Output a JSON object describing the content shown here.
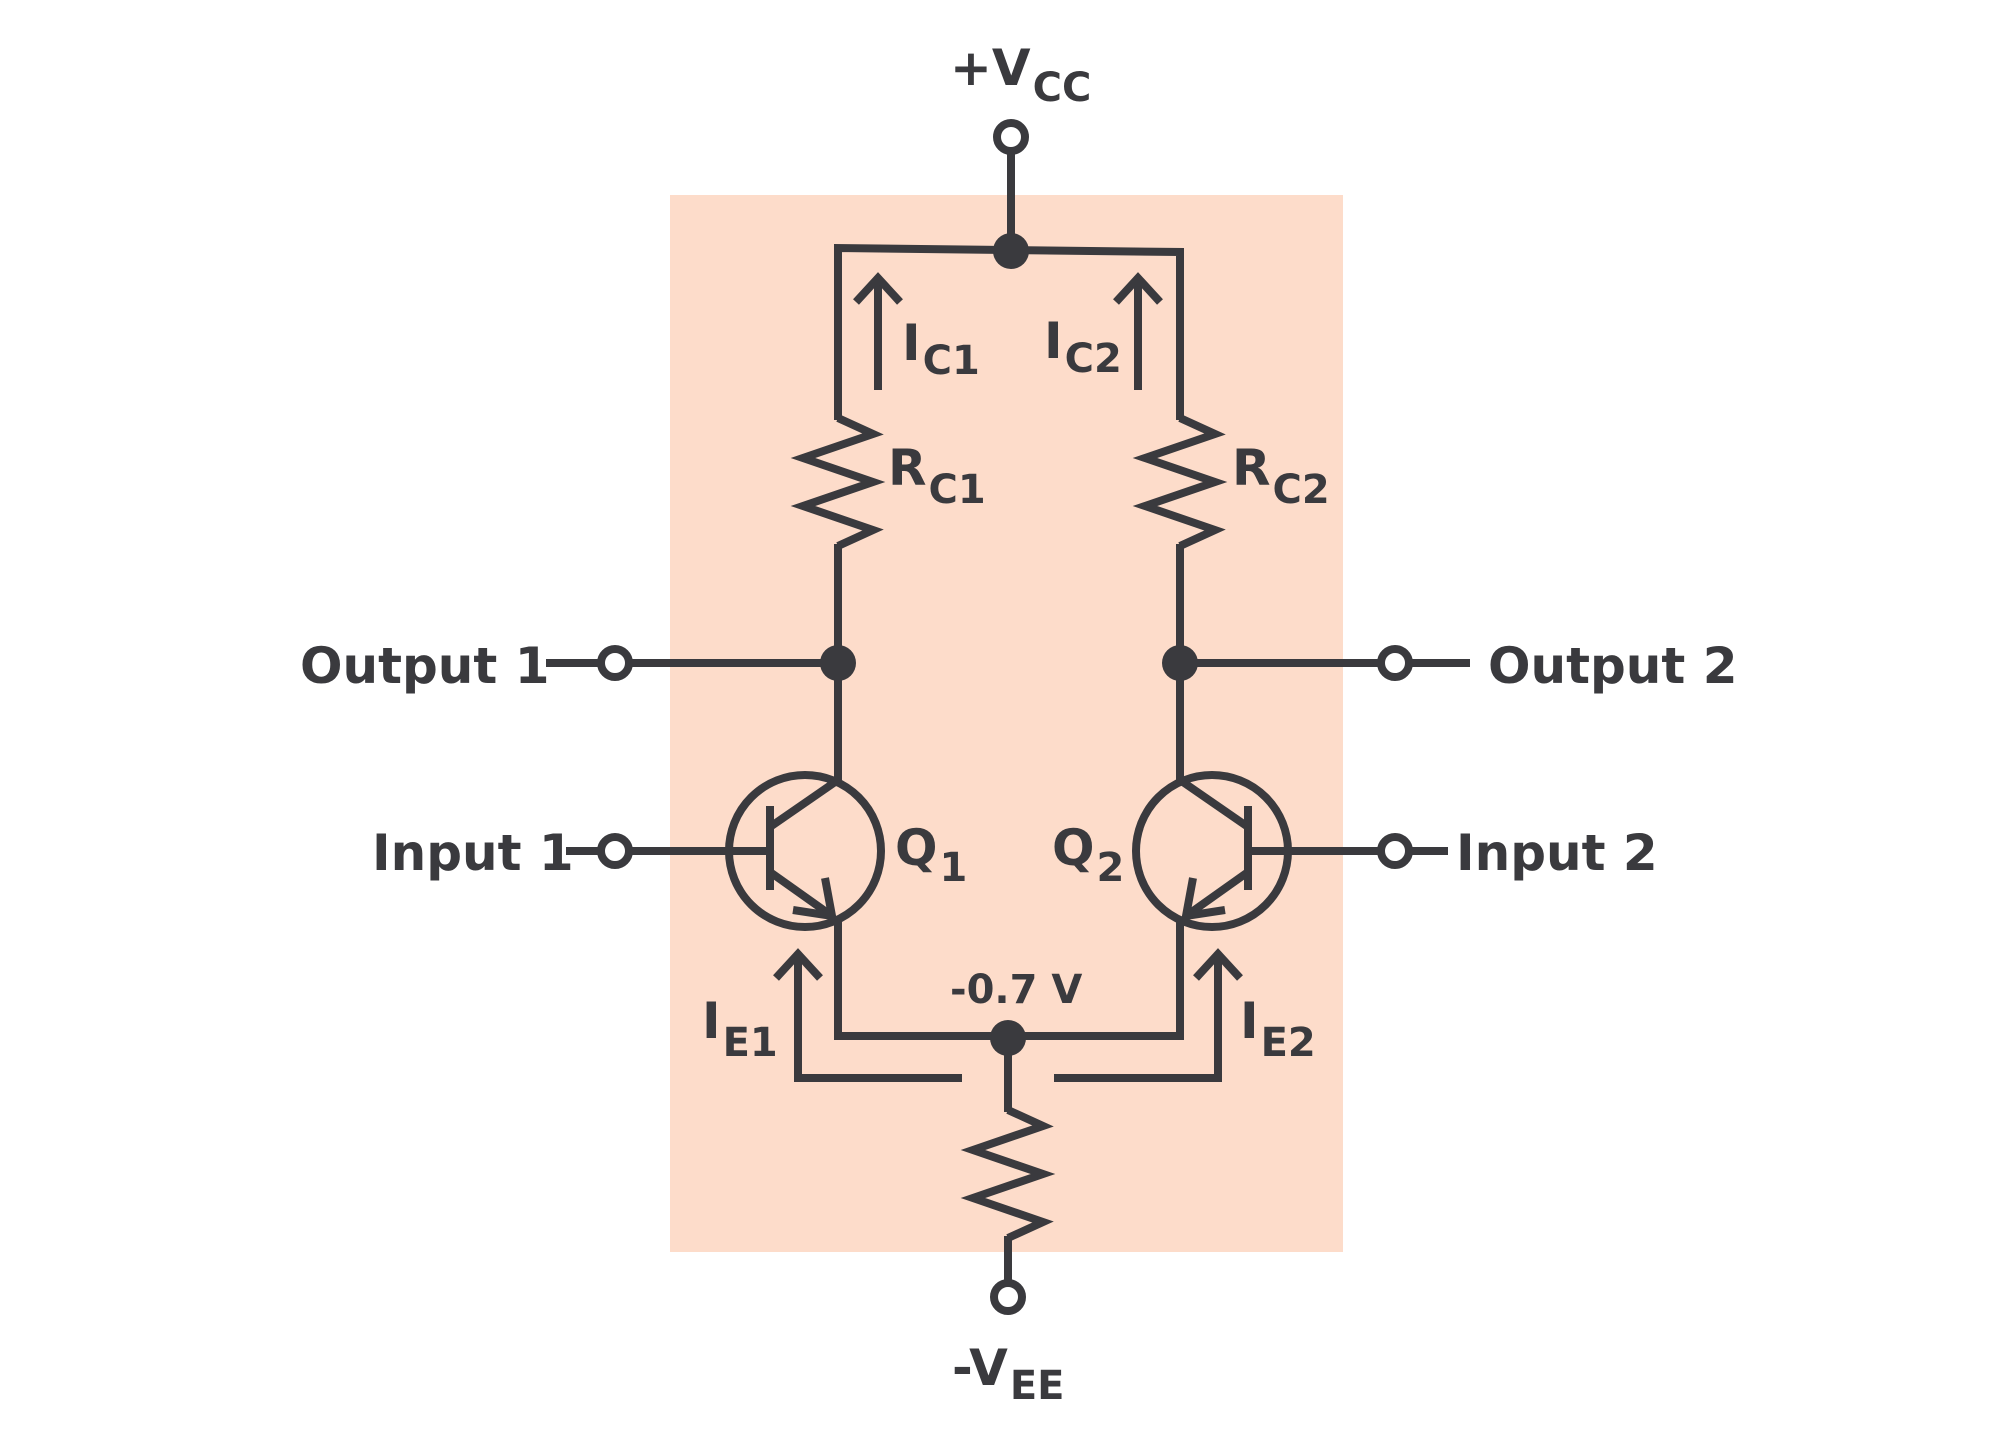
{
  "colors": {
    "background_panel": "#fddcca",
    "ink": "#3a3a3e"
  },
  "labels": {
    "vcc": {
      "main": "+V",
      "sub": "CC"
    },
    "vee": {
      "main": "-V",
      "sub": "EE"
    },
    "ic1": {
      "main": "I",
      "sub": "C1"
    },
    "ic2": {
      "main": "I",
      "sub": "C2"
    },
    "rc1": {
      "main": "R",
      "sub": "C1"
    },
    "rc2": {
      "main": "R",
      "sub": "C2"
    },
    "q1": {
      "main": "Q",
      "sub": "1"
    },
    "q2": {
      "main": "Q",
      "sub": "2"
    },
    "ie1": {
      "main": "I",
      "sub": "E1"
    },
    "ie2": {
      "main": "I",
      "sub": "E2"
    },
    "output1": "Output 1",
    "output2": "Output 2",
    "input1": "Input 1",
    "input2": "Input 2",
    "emitter_voltage": "-0.7 V"
  }
}
